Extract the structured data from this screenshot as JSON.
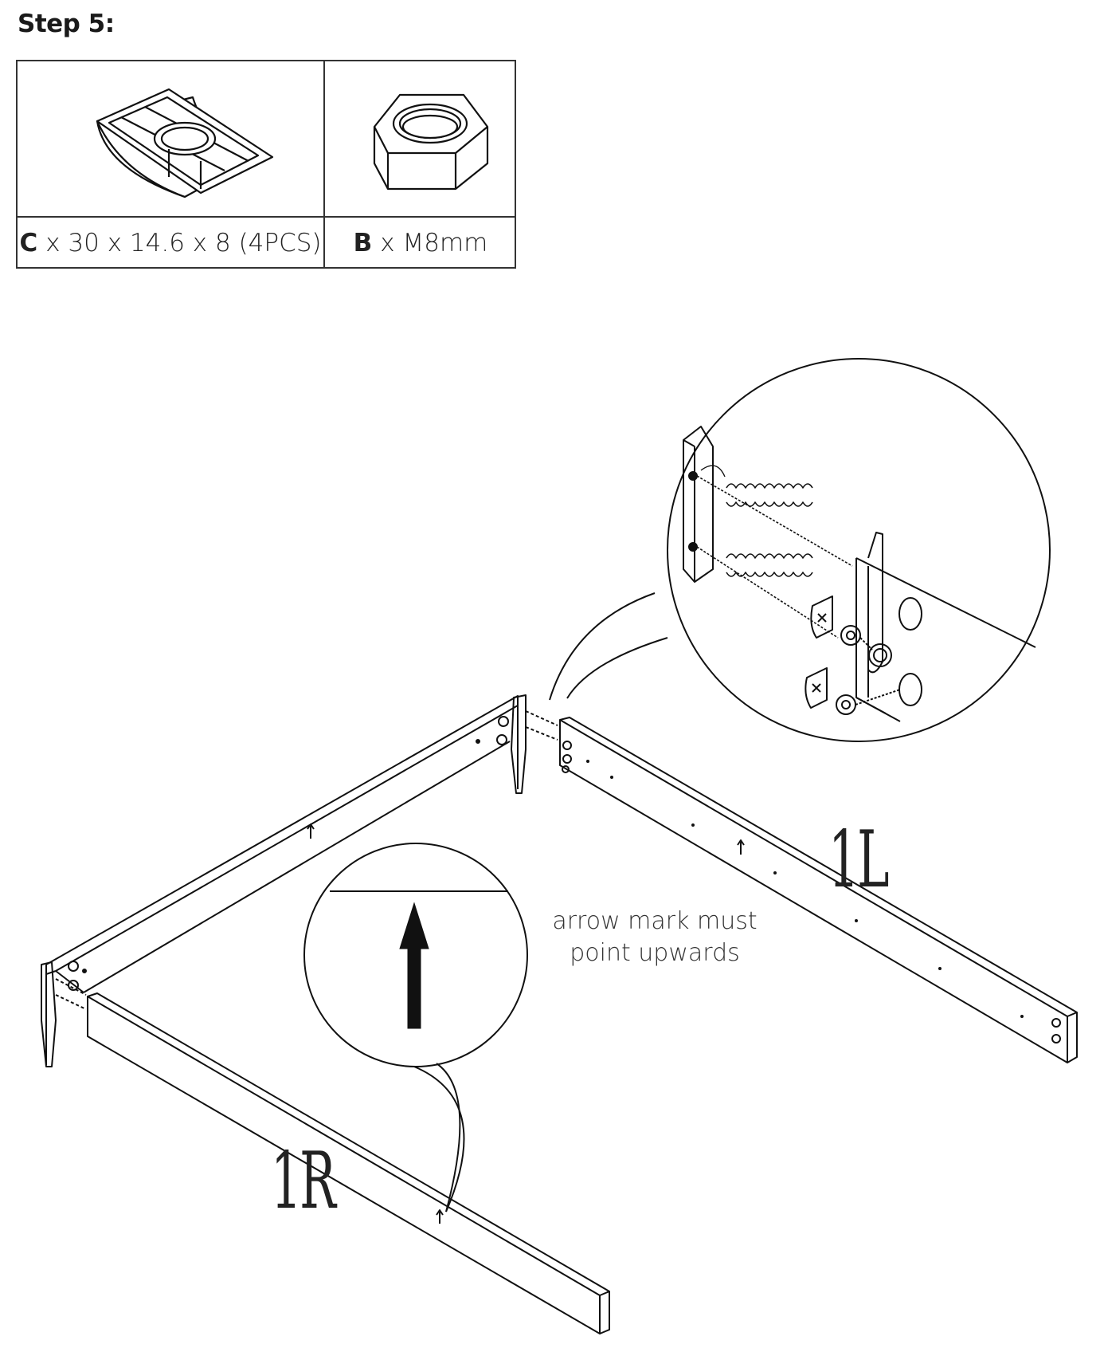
{
  "step_title": "Step 5:",
  "parts": [
    {
      "letter": "C",
      "spec": "x 30 x 14.6 x 8 (4PCS)",
      "icon": "bracket-plate-icon"
    },
    {
      "letter": "B",
      "spec": "x M8mm",
      "icon": "hex-nut-icon"
    }
  ],
  "diagram": {
    "rail_left_label": "1L",
    "rail_right_label": "1R",
    "note_line1": "arrow mark must",
    "note_line2": "point upwards"
  }
}
